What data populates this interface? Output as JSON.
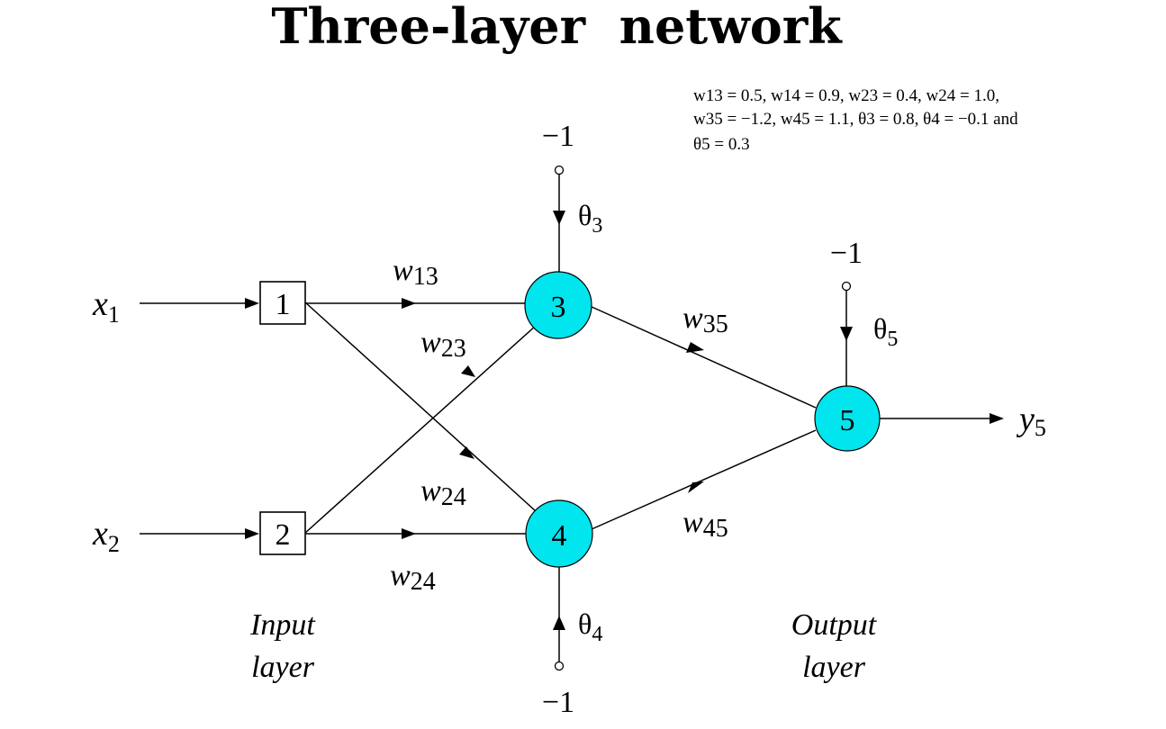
{
  "title": "Three-layer  network",
  "parameters": {
    "line1": "w13 = 0.5, w14 = 0.9, w23 = 0.4, w24 = 1.0,",
    "line2": "w35 = −1.2, w45 = 1.1, θ3 = 0.8, θ4 = −0.1 and",
    "line3": "θ5 = 0.3"
  },
  "inputs": [
    {
      "id": "x1",
      "label": "x",
      "sub": "1"
    },
    {
      "id": "x2",
      "label": "x",
      "sub": "2"
    }
  ],
  "input_nodes": [
    {
      "id": "1",
      "label": "1"
    },
    {
      "id": "2",
      "label": "2"
    }
  ],
  "hidden_nodes": [
    {
      "id": "3",
      "label": "3"
    },
    {
      "id": "4",
      "label": "4"
    }
  ],
  "output_nodes": [
    {
      "id": "5",
      "label": "5"
    }
  ],
  "weights": [
    {
      "id": "w13",
      "label": "w",
      "sub": "13"
    },
    {
      "id": "w23",
      "label": "w",
      "sub": "23"
    },
    {
      "id": "w24_cross",
      "label": "w",
      "sub": "24"
    },
    {
      "id": "w24_straight",
      "label": "w",
      "sub": "24"
    },
    {
      "id": "w35",
      "label": "w",
      "sub": "35"
    },
    {
      "id": "w45",
      "label": "w",
      "sub": "45"
    }
  ],
  "thresholds": [
    {
      "id": "theta3",
      "label": "θ",
      "sub": "3",
      "bias_input": "−1"
    },
    {
      "id": "theta4",
      "label": "θ",
      "sub": "4",
      "bias_input": "−1"
    },
    {
      "id": "theta5",
      "label": "θ",
      "sub": "5",
      "bias_input": "−1"
    }
  ],
  "output": {
    "label": "y",
    "sub": "5"
  },
  "layer_labels": {
    "input_line1": "Input",
    "input_line2": "layer",
    "output_line1": "Output",
    "output_line2": "layer"
  }
}
